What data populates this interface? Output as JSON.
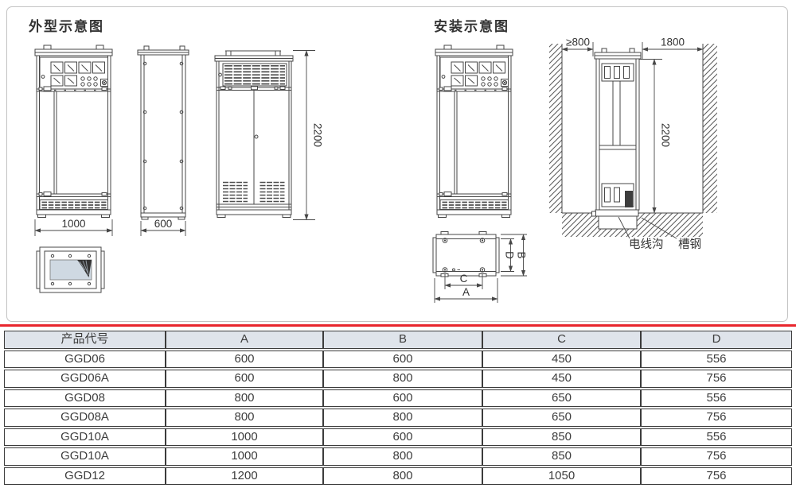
{
  "diagrams": {
    "outline": {
      "title": "外型示意图",
      "dims": {
        "front_width": "1000",
        "side_depth": "600",
        "height": "2200"
      }
    },
    "install": {
      "title": "安装示意图",
      "dims": {
        "left_clearance": "≥800",
        "right_clearance": "1800",
        "height": "2200"
      },
      "labels": {
        "wire_trench": "电线沟",
        "channel_steel": "槽钢"
      },
      "plan": {
        "a": "A",
        "b": "B",
        "c": "C",
        "d": "D"
      }
    }
  },
  "table": {
    "accent_color": "#e8262d",
    "header_bg": "#dfe4eb",
    "columns": [
      "产品代号",
      "A",
      "B",
      "C",
      "D"
    ],
    "rows": [
      [
        "GGD06",
        "600",
        "600",
        "450",
        "556"
      ],
      [
        "GGD06A",
        "600",
        "800",
        "450",
        "756"
      ],
      [
        "GGD08",
        "800",
        "600",
        "650",
        "556"
      ],
      [
        "GGD08A",
        "800",
        "800",
        "650",
        "756"
      ],
      [
        "GGD10A",
        "1000",
        "600",
        "850",
        "556"
      ],
      [
        "GGD10A",
        "1000",
        "800",
        "850",
        "756"
      ],
      [
        "GGD12",
        "1200",
        "800",
        "1050",
        "756"
      ]
    ]
  }
}
